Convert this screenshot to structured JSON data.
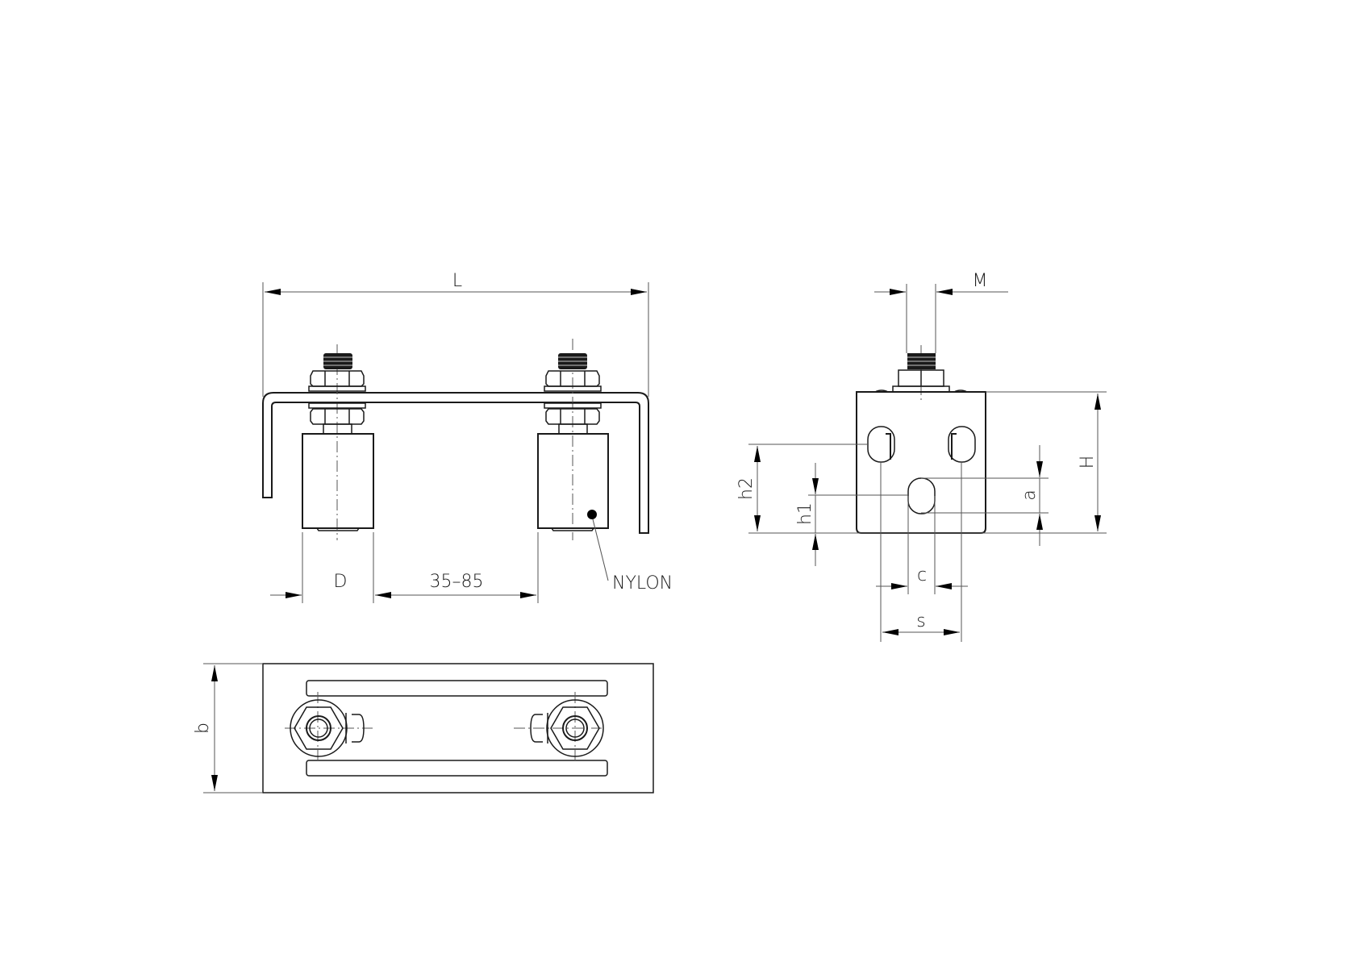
{
  "drawing": {
    "title": "Sliding gate roller carriage - technical drawing",
    "colors": {
      "line": "#1a1a1a",
      "dimension": "#555555",
      "background": "#ffffff"
    }
  },
  "front_view": {
    "dimensions": {
      "overall_length": "L",
      "roller_diameter": "D",
      "roller_spacing": "35–85"
    },
    "callouts": {
      "material": "NYLON"
    }
  },
  "side_view": {
    "dimensions": {
      "thread": "M",
      "height": "H",
      "slot_height_upper": "h2",
      "slot_height_lower": "h1",
      "slot_length": "a",
      "slot_offset": "c",
      "slot_spacing": "s"
    }
  },
  "top_view": {
    "dimensions": {
      "width": "b"
    }
  }
}
